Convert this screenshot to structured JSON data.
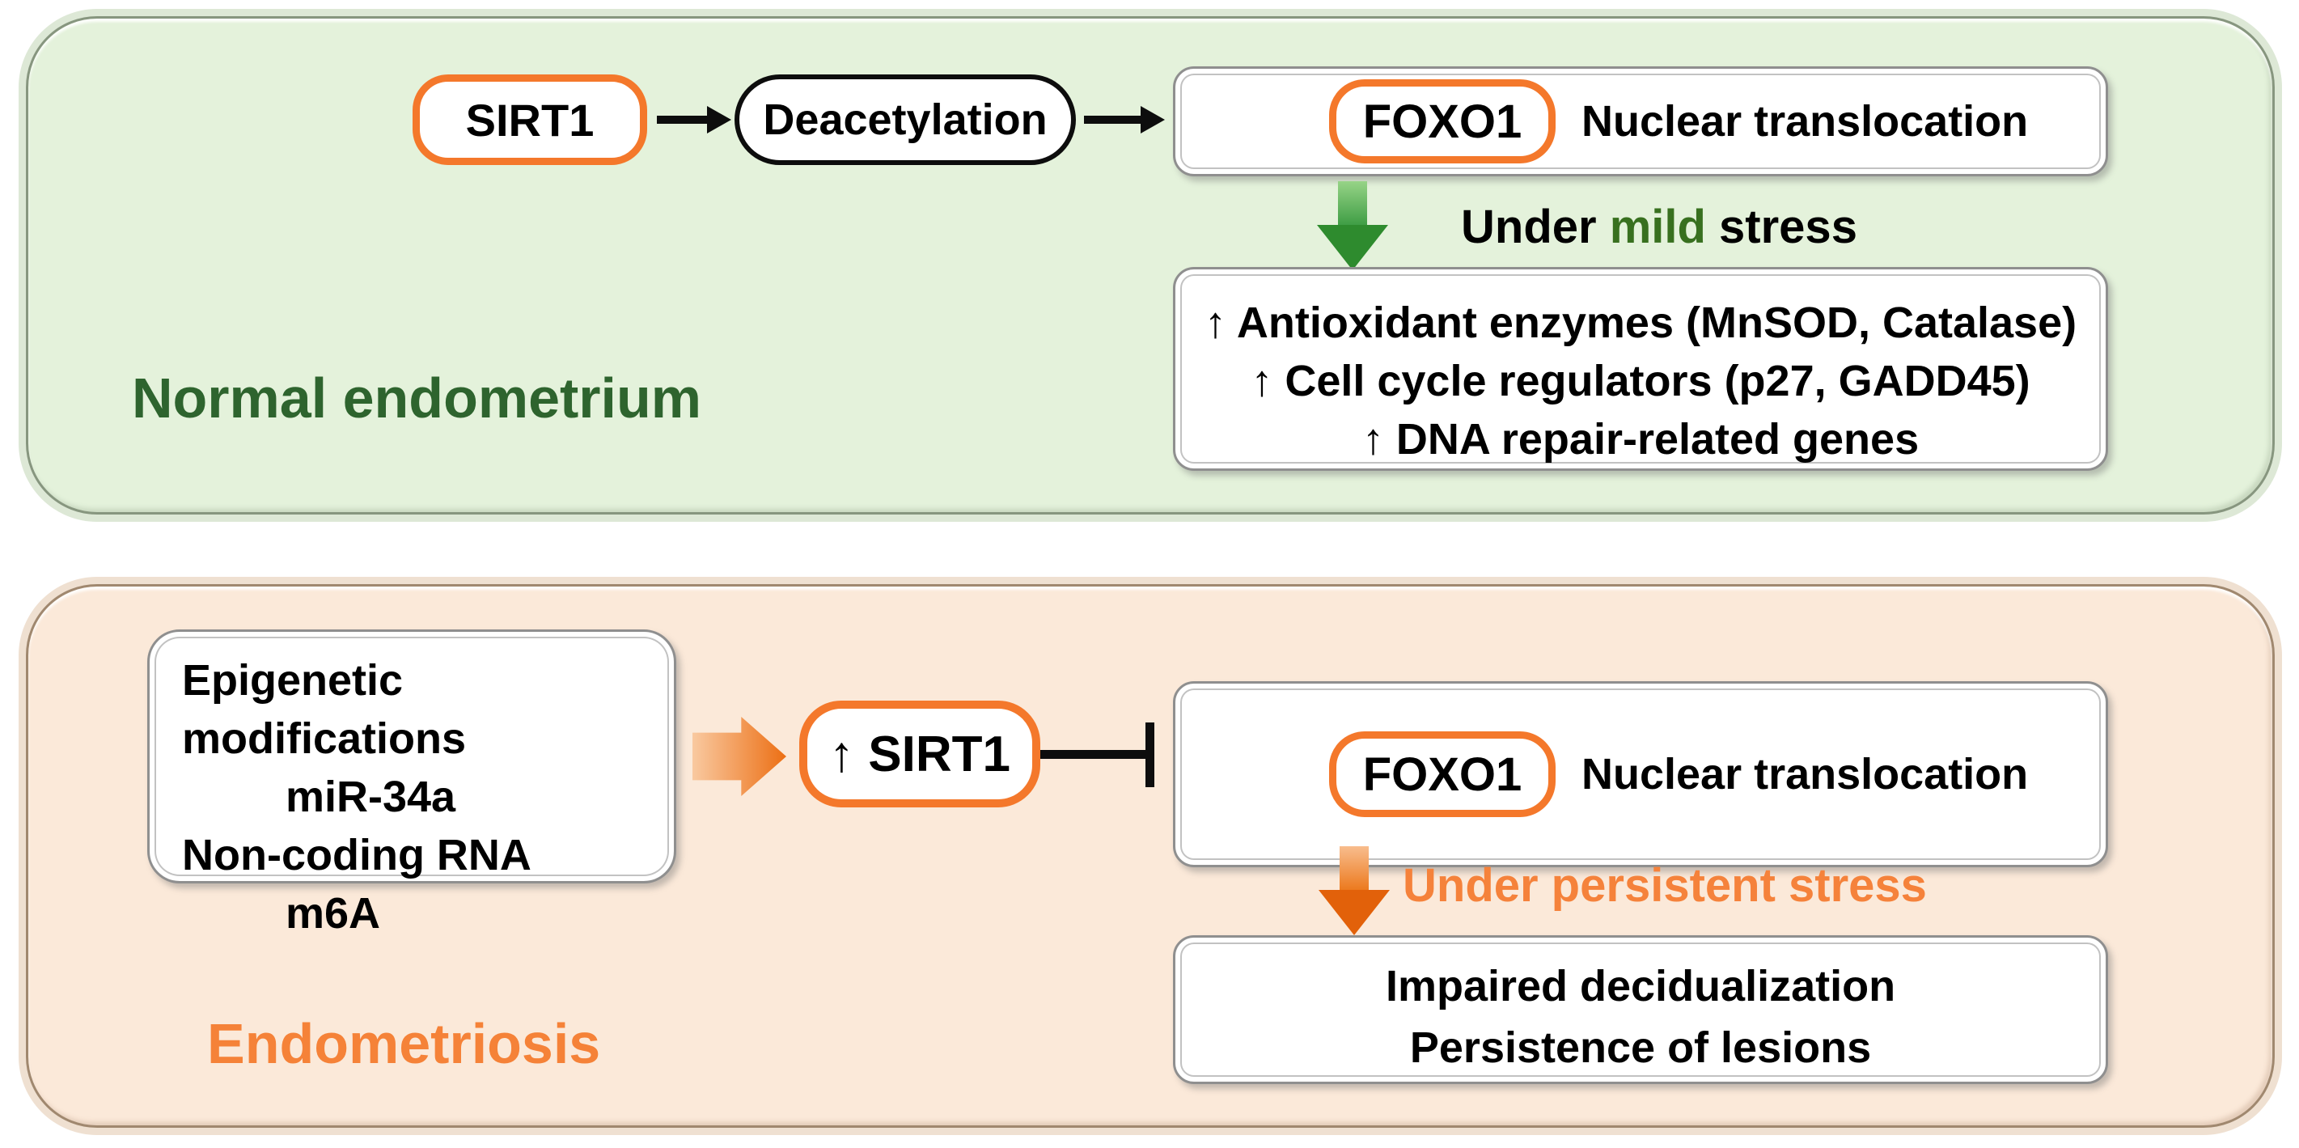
{
  "normal_panel": {
    "label": "Normal endometrium",
    "sirt1_label": "SIRT1",
    "deacetylation_label": "Deacetylation",
    "foxo1_label": "FOXO1",
    "nuclear_translocation_label": "Nuclear translocation",
    "stress_under": "Under ",
    "stress_mild": "mild",
    "stress_word": " stress",
    "outcome_lines": [
      "↑ Antioxidant enzymes (MnSOD, Catalase)",
      "↑ Cell cycle regulators (p27, GADD45)",
      "↑ DNA repair-related genes"
    ]
  },
  "endometriosis_panel": {
    "label": "Endometriosis",
    "epigenetic_box_lines": [
      "Epigenetic modifications",
      "miR-34a",
      "Non-coding RNA",
      "m6A"
    ],
    "sirt1_up_label": "↑ SIRT1",
    "foxo1_label": "FOXO1",
    "nuclear_translocation_label": "Nuclear translocation",
    "stress_text": "Under persistent stress",
    "outcome_lines": [
      "Impaired decidualization",
      "Persistence of lesions"
    ]
  },
  "colors": {
    "accent_orange_border": "#F4782B",
    "orange_text": "#F58238",
    "panel_green_fill": "#E4F2DB",
    "panel_peach_fill": "#FBE9D9",
    "dark_green_text": "#2E642E",
    "mild_green_text": "#38701F",
    "green_arrow": "#2E8B2E",
    "black": "#0D0D0D"
  }
}
